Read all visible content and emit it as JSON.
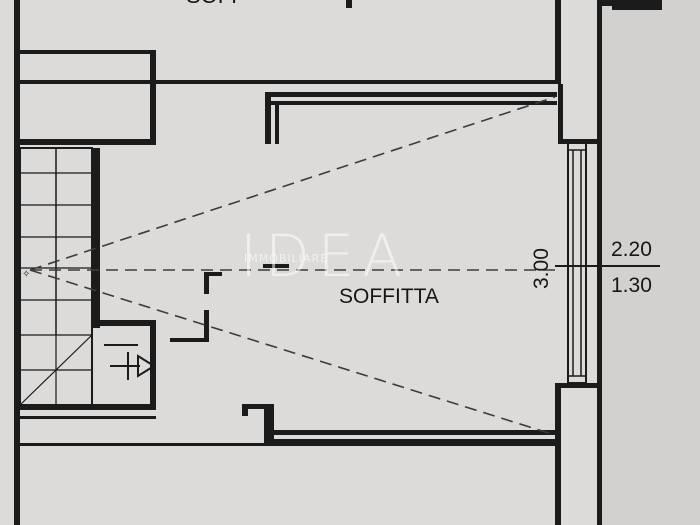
{
  "plan": {
    "room_label": "SOFFITTA",
    "height_vertical": "3.00",
    "height_top": "2.20",
    "height_bottom": "1.30",
    "top_label_fragment": "SOFF"
  },
  "watermark": {
    "brand": "IDEA",
    "sub": "IMMOBILIARE"
  },
  "colors": {
    "paper": "#d9d8d6",
    "ink": "#1b1b1b"
  }
}
